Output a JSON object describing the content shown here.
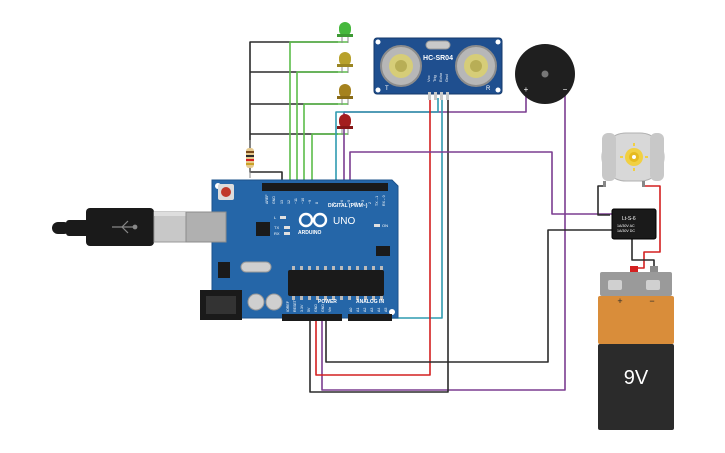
{
  "arduino": {
    "model_label": "UNO",
    "brand_label": "ARDUINO",
    "digital_label": "DIGITAL (PWM~)",
    "power_label": "POWER",
    "analog_label": "ANALOG IN",
    "led_l_label": "L",
    "led_tx_label": "TX",
    "led_rx_label": "RX",
    "on_label": "ON",
    "digital_pins": [
      "AREF",
      "GND",
      "13",
      "12",
      "~11",
      "~10",
      "~9",
      "8",
      "7",
      "~6",
      "~5",
      "4",
      "~3",
      "2",
      "TX→1",
      "RX←0"
    ],
    "power_pins": [
      "IOREF",
      "RESET",
      "3.3V",
      "5V",
      "GND",
      "GND",
      "Vin"
    ],
    "analog_pins": [
      "A0",
      "A1",
      "A2",
      "A3",
      "A4",
      "A5"
    ]
  },
  "sensor": {
    "model_label": "HC-SR04",
    "pin_labels": [
      "Vcc",
      "Trig",
      "Echo",
      "Gnd"
    ],
    "left_mark": "T",
    "right_mark": "R"
  },
  "buzzer": {
    "plus_label": "+",
    "minus_label": "−"
  },
  "relay": {
    "title_label": "Lt-S-6",
    "spec_line_1": "1A/30V AC",
    "spec_line_2": "1A/30V DC"
  },
  "battery": {
    "voltage_label": "9V",
    "plus_label": "+",
    "minus_label": "−"
  },
  "colors": {
    "board": "#2566a8",
    "sensor_board": "#1f4f8f",
    "wire_black": "#2b2b2b",
    "wire_green": "#5bbd4a",
    "wire_red": "#d42020",
    "wire_purple": "#7b3d91",
    "wire_teal": "#2f9bb0",
    "battery_body": "#d98d3a",
    "battery_cap": "#2b2b2b",
    "led_green": "#46b83d",
    "led_yellow": "#b8a12c",
    "led_orange": "#a5821e",
    "led_red": "#a31e1e"
  }
}
